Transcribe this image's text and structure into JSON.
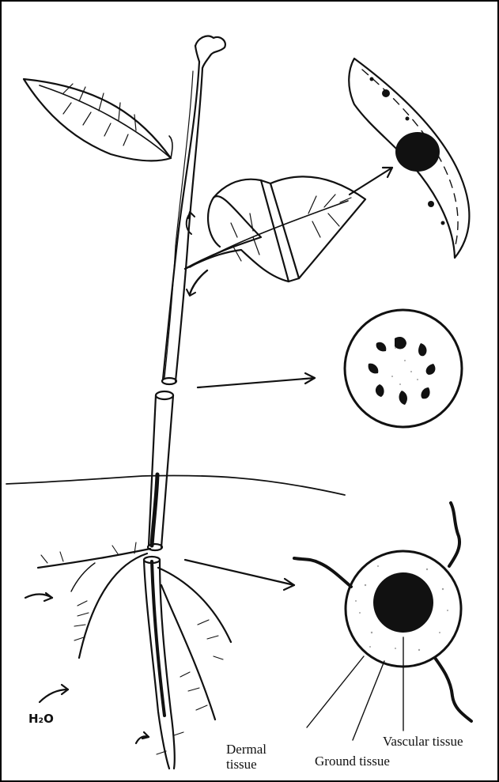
{
  "diagram": {
    "labels": {
      "dermal": [
        "Dermal",
        "tissue"
      ],
      "ground": "Ground tissue",
      "vascular": "Vascular tissue",
      "water": "H₂O"
    },
    "colors": {
      "ink": "#111111",
      "background": "#ffffff"
    }
  }
}
